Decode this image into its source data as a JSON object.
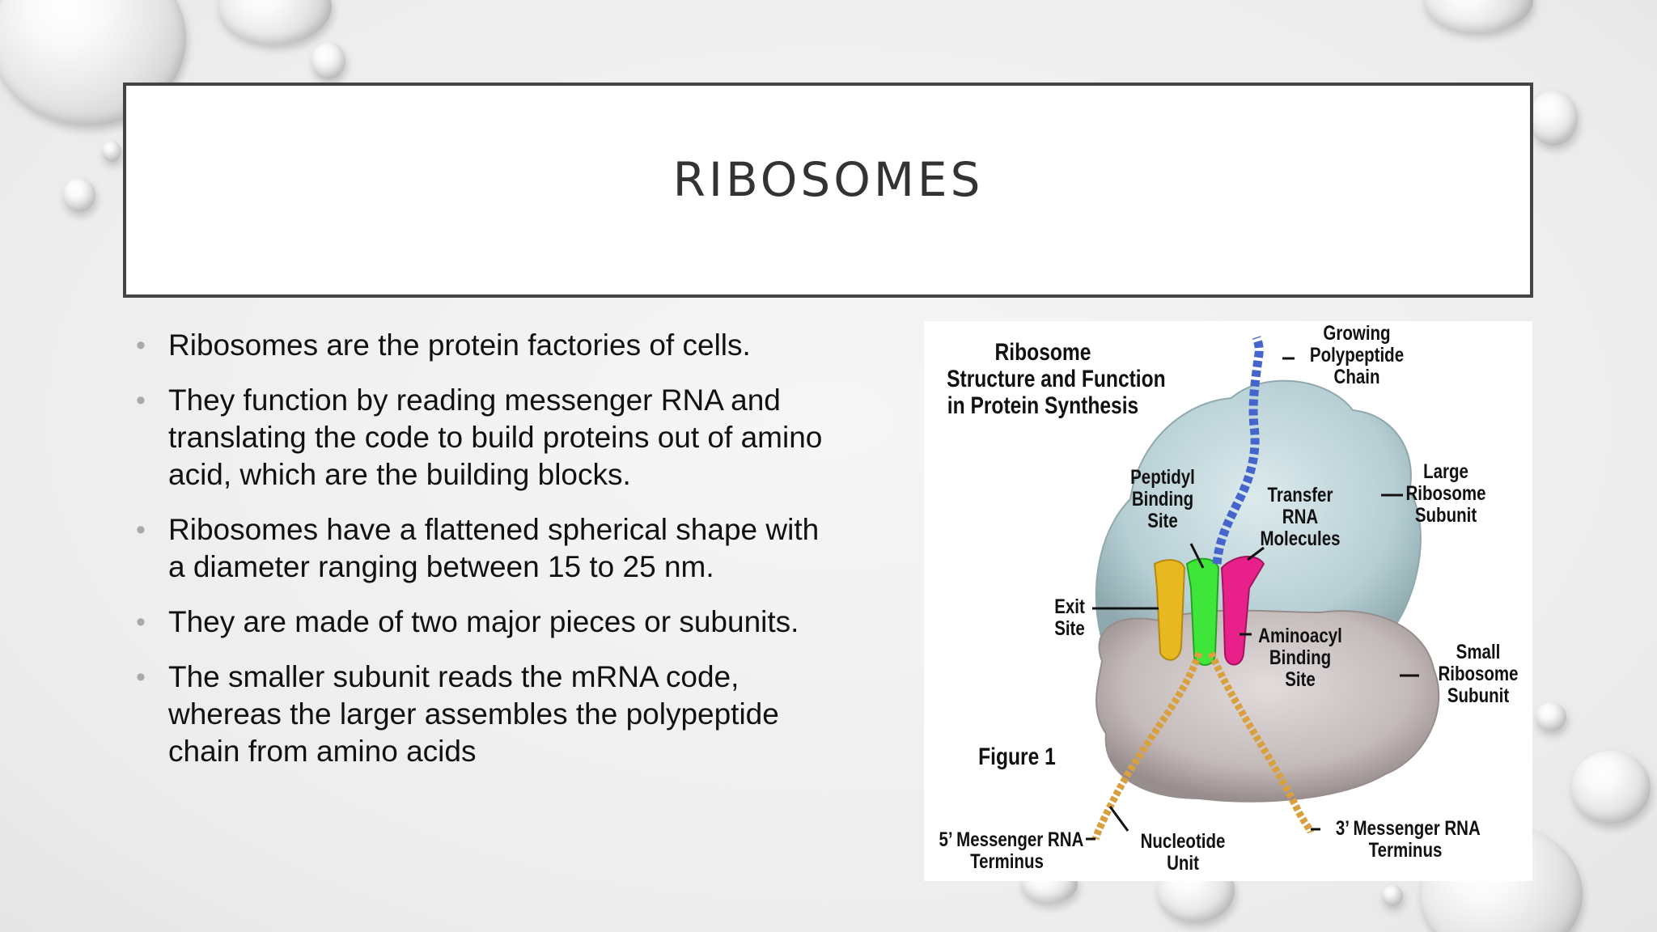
{
  "slide": {
    "title": "RIBOSOMES",
    "bullets": [
      "Ribosomes are the protein factories of cells.",
      "They function by reading messenger RNA and translating the code to build proteins out of amino acid, which are the building blocks.",
      "Ribosomes have a flattened spherical shape with a diameter ranging between 15 to 25 nm.",
      "They are made of two major pieces or subunits.",
      "The smaller subunit reads the mRNA code, whereas the larger assembles the polypeptide chain from amino acids"
    ]
  },
  "figure": {
    "title_line1": "Ribosome",
    "title_line2": "Structure and Function",
    "title_line3": "in Protein Synthesis",
    "caption": "Figure 1",
    "labels": {
      "growing": [
        "Growing",
        "Polypeptide",
        "Chain"
      ],
      "large": [
        "Large",
        "Ribosome",
        "Subunit"
      ],
      "small": [
        "Small",
        "Ribosome",
        "Subunit"
      ],
      "peptidyl": [
        "Peptidyl",
        "Binding",
        "Site"
      ],
      "trna": [
        "Transfer",
        "RNA",
        "Molecules"
      ],
      "exit": [
        "Exit",
        "Site"
      ],
      "aminoacyl": [
        "Aminoacyl",
        "Binding",
        "Site"
      ],
      "five_prime": [
        "5’ Messenger RNA",
        "Terminus"
      ],
      "nucleotide": [
        "Nucleotide",
        "Unit"
      ],
      "three_prime": [
        "3’ Messenger RNA",
        "Terminus"
      ]
    },
    "colors": {
      "large_subunit": "#b9d3d8",
      "small_subunit": "#c9c0c0",
      "exit_trna": "#e8b820",
      "peptidyl_trna": "#3ee63a",
      "aminoacyl_trna": "#e8208a",
      "mrna": "#d9a040"
    }
  }
}
